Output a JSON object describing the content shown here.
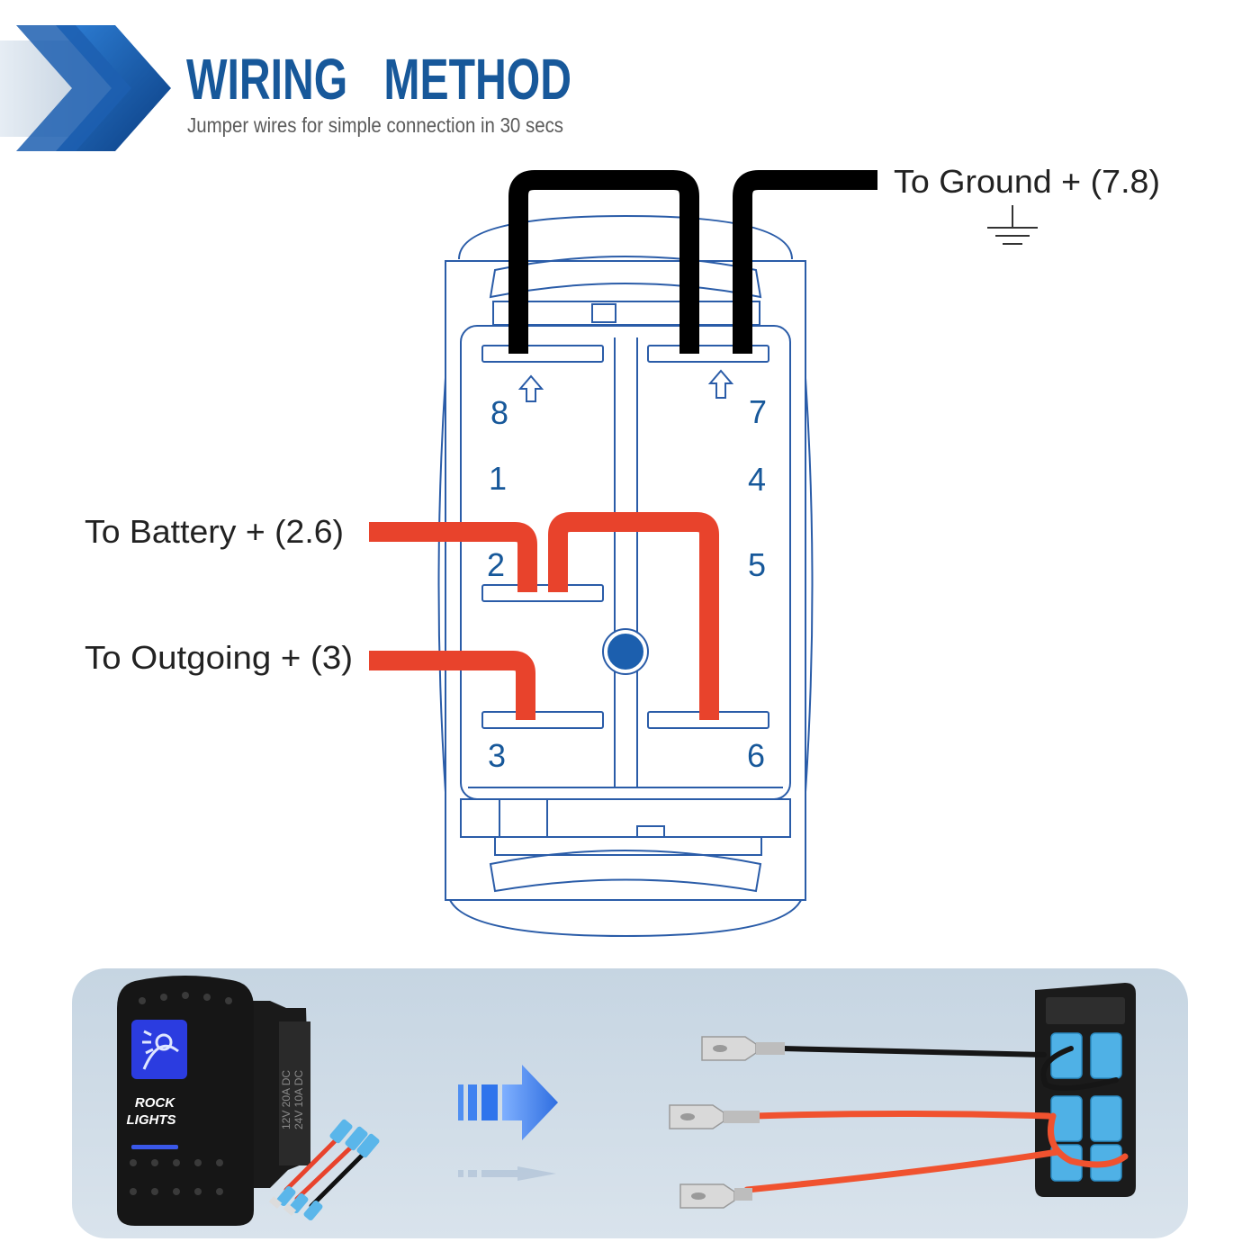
{
  "header": {
    "title": "WIRING   METHOD",
    "subtitle": "Jumper wires for simple connection in 30 secs"
  },
  "labels": {
    "ground": "To Ground + (7.8)",
    "battery": "To Battery + (2.6)",
    "outgoing": "To Outgoing + (3)"
  },
  "pins": {
    "p8": "8",
    "p7": "7",
    "p1": "1",
    "p4": "4",
    "p2": "2",
    "p5": "5",
    "p3": "3",
    "p6": "6"
  },
  "product": {
    "switch_text_line1": "ROCK",
    "switch_text_line2": "LIGHTS",
    "rating_line1": "12V 20A DC",
    "rating_line2": "24V 10A DC"
  },
  "colors": {
    "accent_blue": "#17589a",
    "outline_blue": "#2a5ca8",
    "wire_black": "#000000",
    "wire_red": "#e8432c",
    "panel_bg": "#c8d6e3",
    "arrow_blue": "#3d7fe6"
  }
}
